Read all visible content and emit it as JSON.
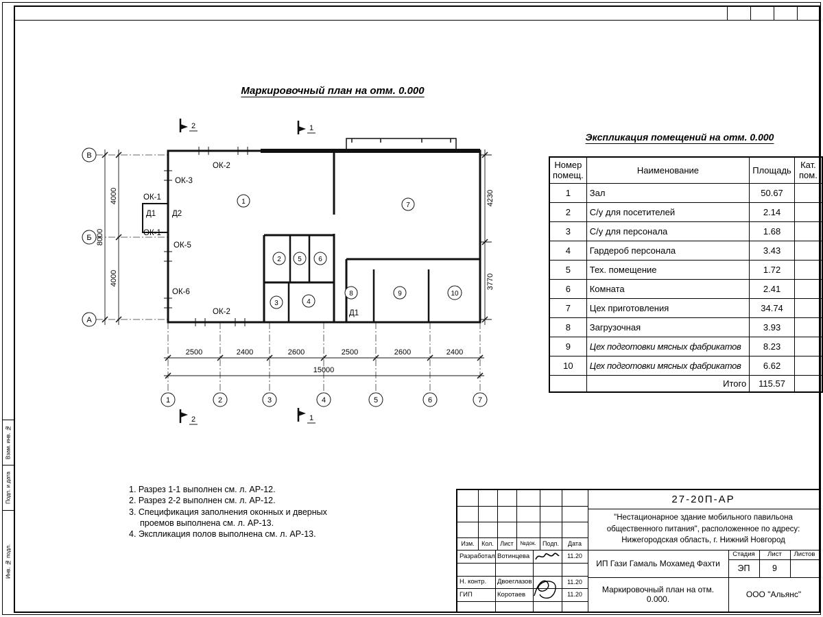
{
  "sheet": {
    "plan_title": "Маркировочный план на отм. 0.000"
  },
  "plan": {
    "axis_rows": [
      "В",
      "Б",
      "А"
    ],
    "axis_cols": [
      "1",
      "2",
      "3",
      "4",
      "5",
      "6",
      "7"
    ],
    "dims_bottom": [
      "2500",
      "2400",
      "2600",
      "2500",
      "2600",
      "2400"
    ],
    "dim_bottom_total": "15000",
    "dims_left": [
      "4000",
      "4000"
    ],
    "dim_left_total": "8000",
    "dims_right": [
      "4230",
      "3770"
    ],
    "room_numbers": [
      "1",
      "2",
      "3",
      "4",
      "5",
      "6",
      "7",
      "8",
      "9",
      "10"
    ],
    "opening_labels": [
      "ОК-2",
      "ОК-3",
      "ОК-1",
      "Д1",
      "Д2",
      "ОК-1",
      "ОК-5",
      "ОК-6",
      "ОК-2",
      "Д1"
    ],
    "section_top": [
      "2",
      "1"
    ],
    "section_bottom": [
      "2",
      "1"
    ]
  },
  "explication": {
    "title": "Экспликация помещений на отм. 0.000",
    "headers": {
      "num": "Номер помещ.",
      "name": "Наименование",
      "area": "Площадь",
      "cat": "Кат. пом."
    },
    "rows": [
      {
        "num": "1",
        "name": "Зал",
        "area": "50.67",
        "cat": ""
      },
      {
        "num": "2",
        "name": "С/у для посетителей",
        "area": "2.14",
        "cat": ""
      },
      {
        "num": "3",
        "name": "С/у для персонала",
        "area": "1.68",
        "cat": ""
      },
      {
        "num": "4",
        "name": "Гардероб персонала",
        "area": "3.43",
        "cat": ""
      },
      {
        "num": "5",
        "name": "Тех. помещение",
        "area": "1.72",
        "cat": ""
      },
      {
        "num": "6",
        "name": "Комната",
        "area": "2.41",
        "cat": ""
      },
      {
        "num": "7",
        "name": "Цех приготовления",
        "area": "34.74",
        "cat": ""
      },
      {
        "num": "8",
        "name": "Загрузочная",
        "area": "3.93",
        "cat": ""
      },
      {
        "num": "9",
        "name": "Цех подготовки мясных фабрикатов",
        "area": "8.23",
        "cat": ""
      },
      {
        "num": "10",
        "name": "Цех подготовки мясных фабрикатов",
        "area": "6.62",
        "cat": ""
      }
    ],
    "total_label": "Итого",
    "total_value": "115.57"
  },
  "notes": {
    "items": [
      "1. Разрез 1-1 выполнен см. л. АР-12.",
      "2. Разрез 2-2 выполнен см. л. АР-12.",
      "3. Спецификация заполнения оконных и дверных проемов выполнена см. л. АР-13.",
      "4. Экспликация полов выполнена см. л. АР-13."
    ]
  },
  "title_block": {
    "doc_number": "27-20П-АР",
    "project_description": "\"Нестационарное здание мобильного павильона общественного питания\", расположенное по адресу: Нижегородская область, г. Нижний Новгород",
    "columns": [
      "Изм.",
      "Кол.",
      "Лист",
      "№док.",
      "Подп.",
      "Дата"
    ],
    "roles": [
      {
        "label": "Разработал",
        "name": "Вотинцева",
        "date": "11.20"
      },
      {
        "label": "Н. контр.",
        "name": "Двоеглазов",
        "date": "11.20"
      },
      {
        "label": "ГИП",
        "name": "Коротаев",
        "date": "11.20"
      }
    ],
    "client": "ИП Гази Гамаль Мохамед Фахти",
    "stage_header": [
      "Стадия",
      "Лист",
      "Листов"
    ],
    "stage": "ЭП",
    "sheet_number": "9",
    "drawing_title": "Маркировочный план на отм. 0.000.",
    "company": "ООО \"Альянс\""
  },
  "side_strip": {
    "labels": [
      "Взам. инв. №",
      "Подп. и дата",
      "Инв. № подл."
    ]
  }
}
